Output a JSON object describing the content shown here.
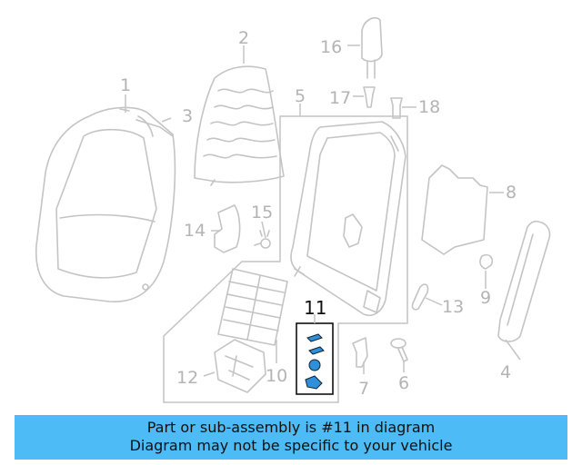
{
  "callouts": {
    "c1": "1",
    "c2": "2",
    "c3": "3",
    "c4": "4",
    "c5": "5",
    "c6": "6",
    "c7": "7",
    "c8": "8",
    "c9": "9",
    "c10": "10",
    "c11": "11",
    "c12": "12",
    "c13": "13",
    "c14": "14",
    "c15": "15",
    "c16": "16",
    "c17": "17",
    "c18": "18"
  },
  "highlight_part": "11",
  "colors": {
    "banner": "#4dbbf5",
    "highlight_parts": "#2f8fd8",
    "line_art": "#c4c4c4"
  },
  "banner": {
    "line1": "Part or sub-assembly is #11 in diagram",
    "line2": "Diagram may not be specific to your vehicle"
  }
}
